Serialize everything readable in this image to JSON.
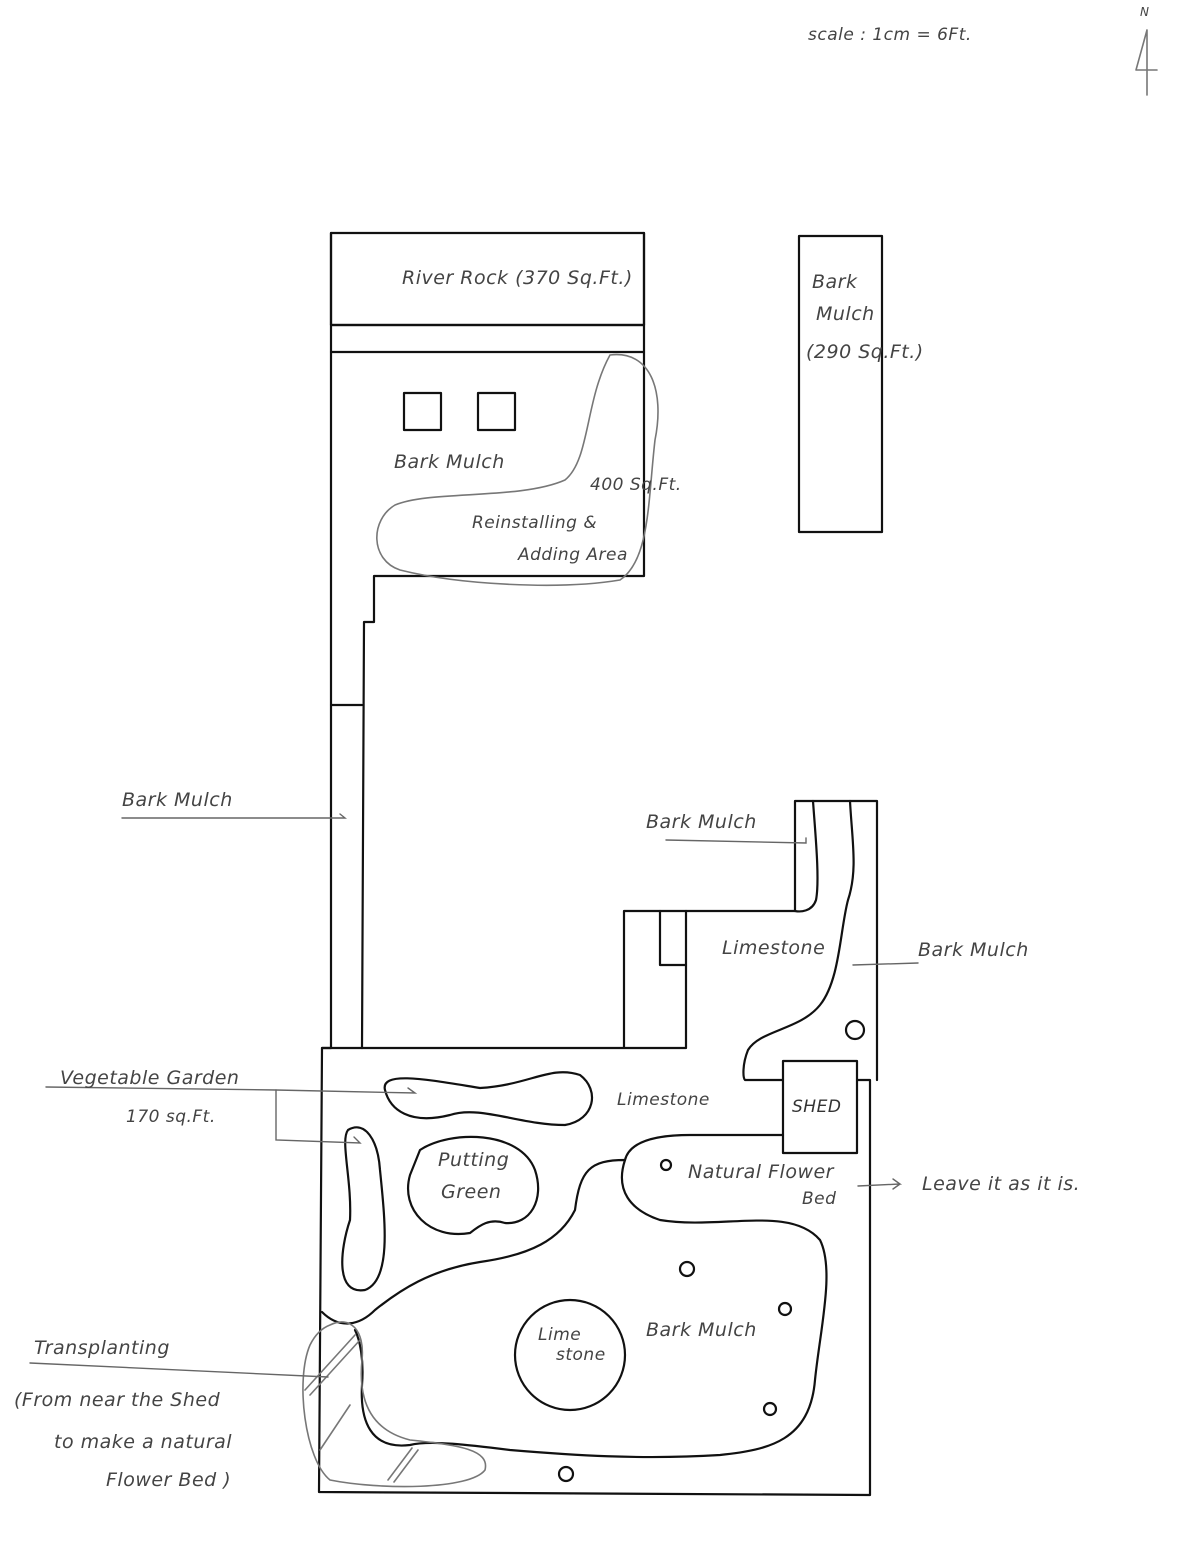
{
  "header": {
    "scale": "scale : 1cm = 6Ft.",
    "north_label": "N"
  },
  "areas": {
    "river_rock": "River Rock (370 Sq.Ft.)",
    "bark_mulch_top": "Bark Mulch",
    "reinstall_area_size": "400 Sq.Ft.",
    "reinstall_area_line1": "Reinstalling &",
    "reinstall_area_line2": "Adding Area",
    "bark_mulch_strip_line1": "Bark",
    "bark_mulch_strip_line2": "Mulch",
    "bark_mulch_strip_line3": "(290 Sq.Ft.)",
    "bark_mulch_left": "Bark Mulch",
    "bark_mulch_path_top": "Bark Mulch",
    "limestone_upper": "Limestone",
    "bark_mulch_right": "Bark Mulch",
    "vegetable_garden": "Vegetable Garden",
    "vegetable_garden_size": "170 sq.Ft.",
    "limestone_middle": "Limestone",
    "shed": "SHED",
    "putting_green_line1": "Putting",
    "putting_green_line2": "Green",
    "natural_flower_bed_line1": "Natural   Flower",
    "natural_flower_bed_line2": "Bed",
    "leave_note": "Leave it as it is.",
    "limestone_circle_line1": "Lime",
    "limestone_circle_line2": "stone",
    "bark_mulch_main": "Bark Mulch",
    "transplanting": "Transplanting",
    "transplanting_note_line1": "(From near the Shed",
    "transplanting_note_line2": "to make a natural",
    "transplanting_note_line3": "Flower Bed )"
  },
  "legend": {
    "plant_marker_icon": "circle (tree / plant)",
    "ink_color": "#111111",
    "pencil_color": "#777777"
  }
}
